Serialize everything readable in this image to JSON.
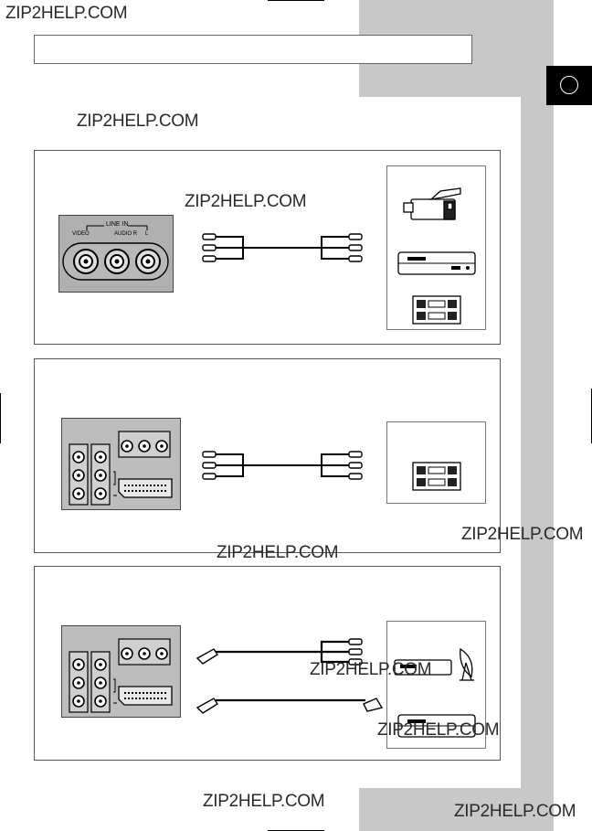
{
  "watermarks": [
    "ZIP2HELP.COM",
    "ZIP2HELP.COM",
    "ZIP2HELP.COM",
    "ZIP2HELP.COM",
    "ZIP2HELP.COM",
    "ZIP2HELP.COM",
    "ZIP2HELP.COM",
    "ZIP2HELP.COM",
    "ZIP2HELP.COM"
  ],
  "panel1": {
    "jack_group_label": "LINE IN",
    "jack_video": "VIDEO",
    "jack_audio": "AUDIO R",
    "jack_l": "L"
  },
  "colors": {
    "side_band": "#c8c8c8",
    "tab": "#000000"
  },
  "icons": [
    "camcorder-icon",
    "vcr-icon",
    "stereo-icon",
    "satellite-dish-icon",
    "set-top-box-icon",
    "scart-plug-icon",
    "rca-plug-icon",
    "language-tab-icon"
  ]
}
